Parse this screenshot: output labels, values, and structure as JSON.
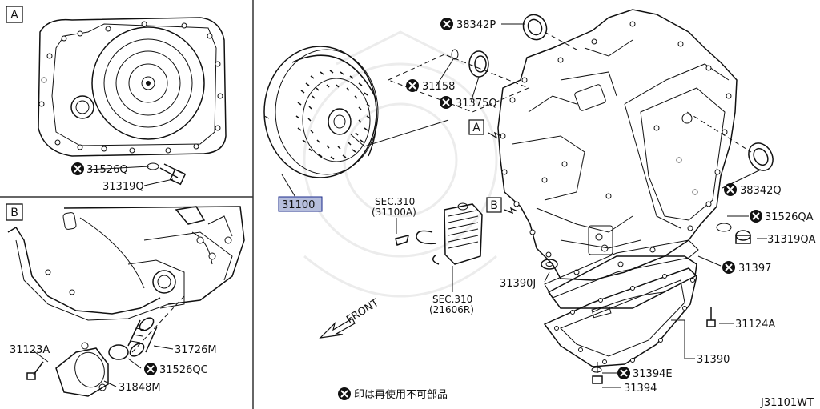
{
  "sections": {
    "a": "A",
    "b": "B"
  },
  "inset_a": {
    "part_31526q": "31526Q",
    "part_31319q": "31319Q"
  },
  "inset_b": {
    "part_31123a": "31123A",
    "part_31726m": "31726M",
    "part_31526qc": "31526QC",
    "part_31848m": "31848M"
  },
  "main": {
    "part_38342p": "38342P",
    "part_31158": "31158",
    "part_31375q": "31375Q",
    "part_31100": "31100",
    "sec_310a_line1": "SEC.310",
    "sec_310a_line2": "(31100A)",
    "sec_310b_line1": "SEC.310",
    "sec_310b_line2": "(21606R)",
    "ref_a": "A",
    "ref_b": "B",
    "front_label": "FRONT",
    "part_38342q": "38342Q",
    "part_31526qa": "31526QA",
    "part_31319qa": "31319QA",
    "part_31397": "31397",
    "part_31390j": "31390J",
    "part_31124a": "31124A",
    "part_31390": "31390",
    "part_31394e": "31394E",
    "part_31394": "31394"
  },
  "footer": {
    "legend_text": "印は再使用不可部品",
    "diagram_code": "J31101WT"
  },
  "colors": {
    "line": "#111111",
    "highlight_box": "#b6bedd",
    "highlight_border": "#1a2a8a"
  }
}
